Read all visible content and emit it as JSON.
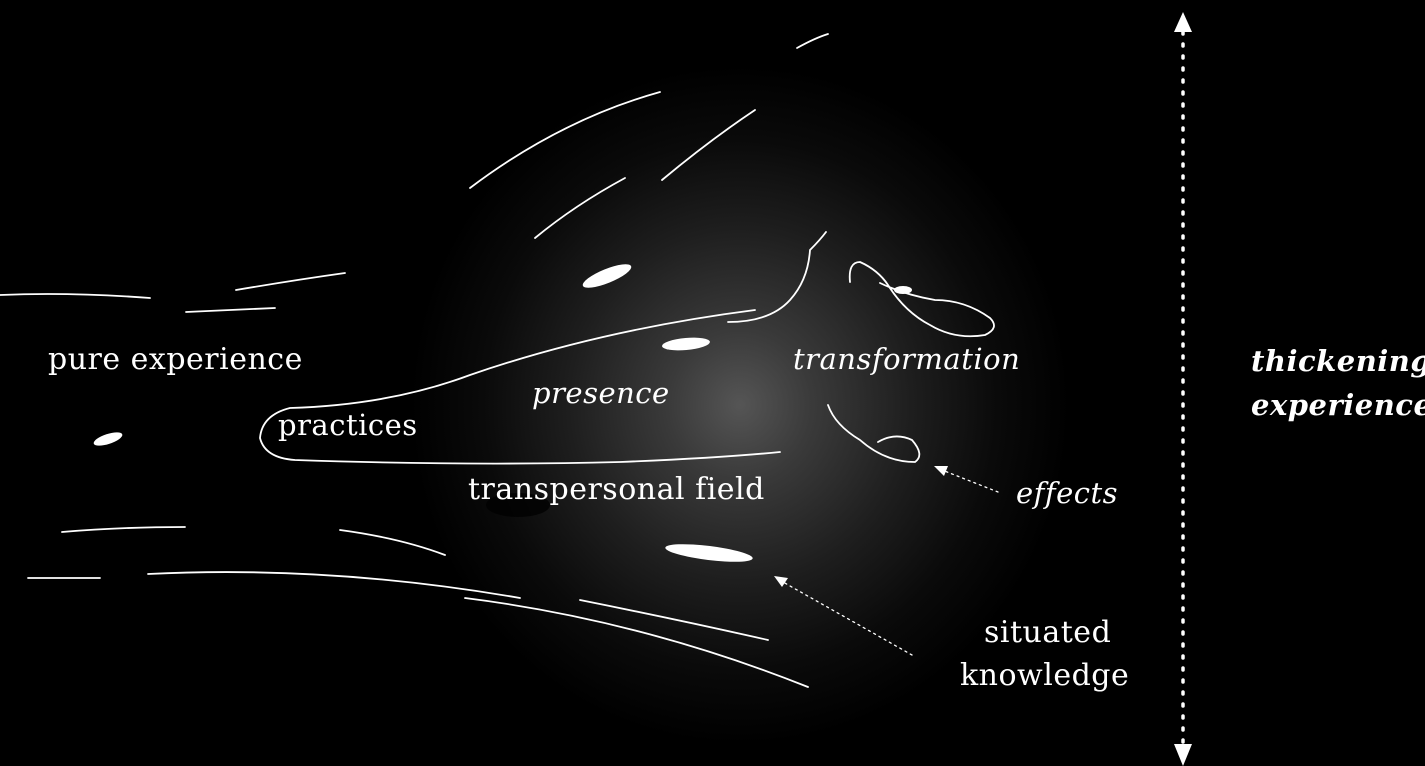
{
  "colors": {
    "background": "#000000",
    "glow": "#555555",
    "ink": "#ffffff"
  },
  "labels": {
    "pure_experience": "pure experience",
    "practices": "practices",
    "presence": "presence",
    "transformation": "transformation",
    "transpersonal_field": "transpersonal field",
    "effects": "effects",
    "situated_line1": "situated",
    "situated_line2": "knowledge",
    "thickening_line1": "thickening",
    "thickening_line2": "experience"
  }
}
